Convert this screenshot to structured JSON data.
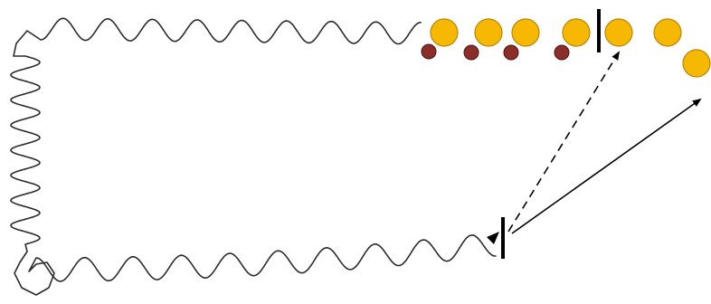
{
  "diagram": {
    "colors": {
      "background": "#ffffff",
      "wave": "#2b2b2b",
      "large_circle_fill": "#f6b800",
      "large_circle_stroke": "#b8860b",
      "small_circle_fill": "#8b2e2a",
      "small_circle_stroke": "#4a1412",
      "marker": "#000000",
      "arrow": "#000000"
    },
    "counts": {
      "large_circles": 7,
      "small_circles": 4,
      "barriers": 2,
      "arrows": 2
    },
    "arrow_styles": [
      "dashed",
      "solid"
    ]
  }
}
